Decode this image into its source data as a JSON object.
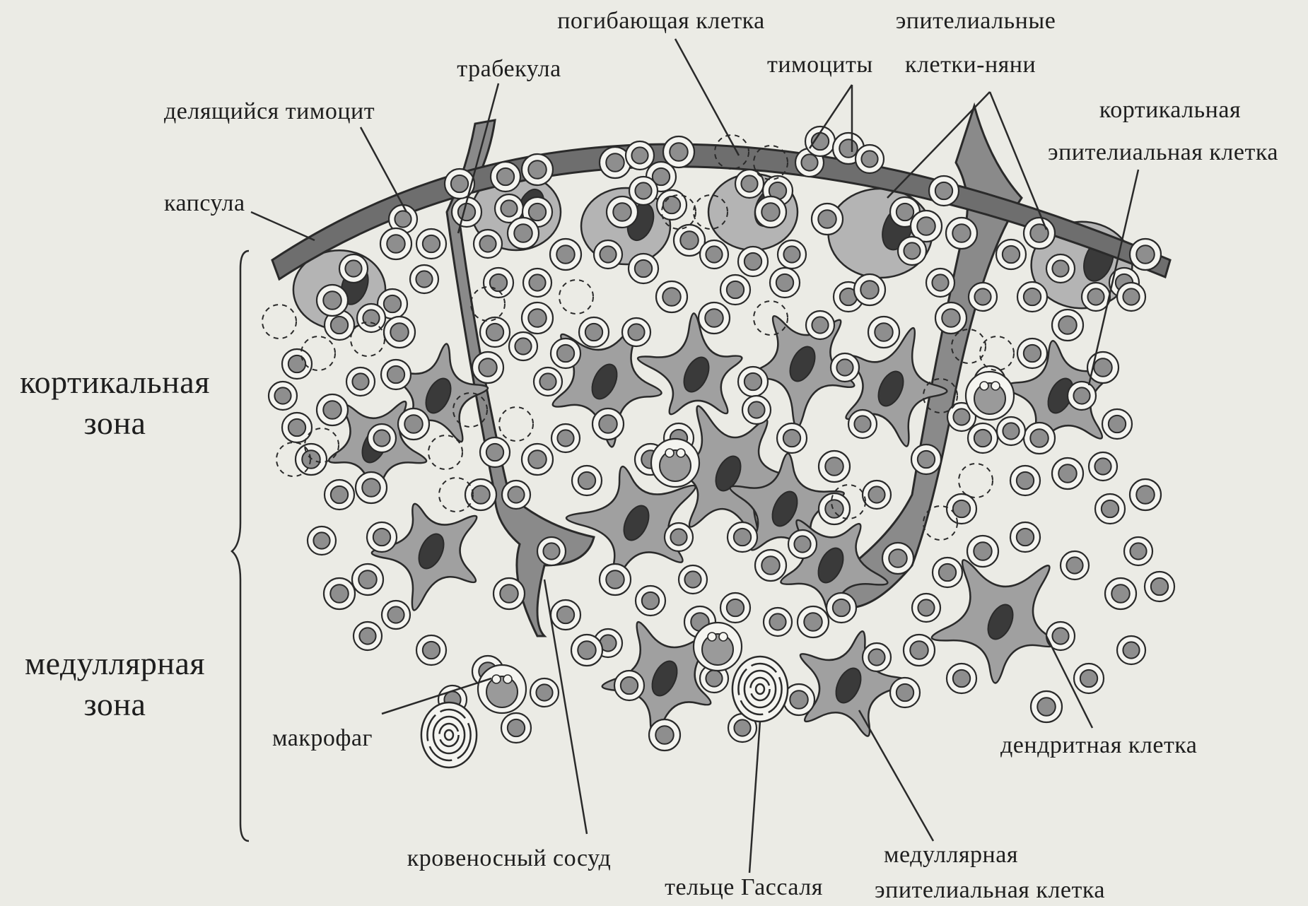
{
  "labels": {
    "dying_cell": "погибающая клетка",
    "epithelial_nurse_1": "эпителиальные",
    "epithelial_nurse_2": "клетки-няни",
    "trabecula": "трабекула",
    "thymocytes": "тимоциты",
    "dividing_thymocyte": "делящийся тимоцит",
    "cortical_epithelial_1": "кортикальная",
    "cortical_epithelial_2": "эпителиальная клетка",
    "capsule": "капсула",
    "cortical_zone_1": "кортикальная",
    "cortical_zone_2": "зона",
    "medullary_zone_1": "медуллярная",
    "medullary_zone_2": "зона",
    "macrophage": "макрофаг",
    "dendritic_cell": "дендритная клетка",
    "blood_vessel": "кровеносный сосуд",
    "hassall_body": "тельце Гассаля",
    "medullary_epithelial_1": "медуллярная",
    "medullary_epithelial_2": "эпителиальная клетка"
  },
  "colors": {
    "background": "#ebebe5",
    "capsule": "#6e6e6e",
    "epithelial": "#a0a0a0",
    "nucleus": "#3a3a3a",
    "nurse_cell": "#b4b4b4",
    "thymocyte": "#f4f4f0",
    "thymocyte_nucleus": "#8e8e8e",
    "outline": "#2a2a2a"
  }
}
